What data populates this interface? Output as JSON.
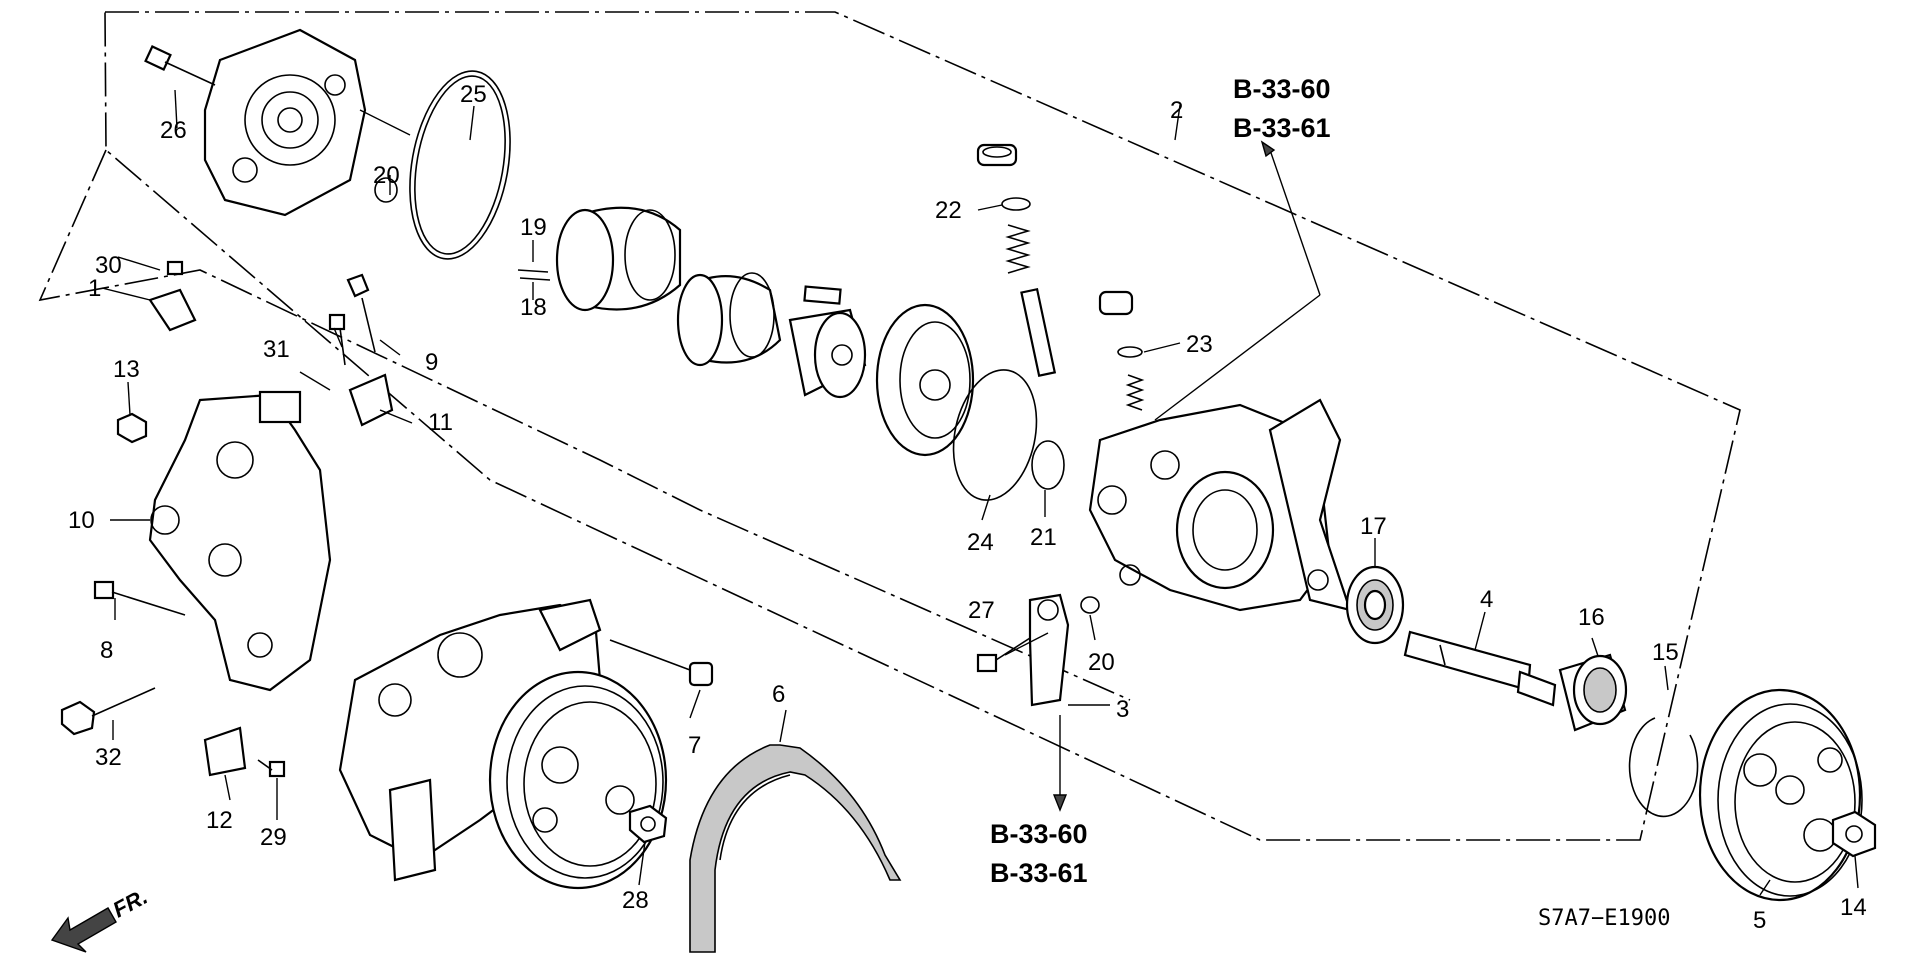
{
  "diagram_code": "S7A7−E1900",
  "direction_label": "FR.",
  "ref_top": {
    "line1": "B-33-60",
    "line2": "B-33-61"
  },
  "ref_bottom": {
    "line1": "B-33-60",
    "line2": "B-33-61"
  },
  "callouts": {
    "p1": "1",
    "p2": "2",
    "p3": "3",
    "p4": "4",
    "p5": "5",
    "p6": "6",
    "p7": "7",
    "p8": "8",
    "p9": "9",
    "p10": "10",
    "p11": "11",
    "p12": "12",
    "p13": "13",
    "p14": "14",
    "p15": "15",
    "p16": "16",
    "p17": "17",
    "p18": "18",
    "p19": "19",
    "p20a": "20",
    "p20b": "20",
    "p21": "21",
    "p22": "22",
    "p23": "23",
    "p24": "24",
    "p25": "25",
    "p26": "26",
    "p27": "27",
    "p28": "28",
    "p29": "29",
    "p30": "30",
    "p31": "31",
    "p32": "32"
  }
}
